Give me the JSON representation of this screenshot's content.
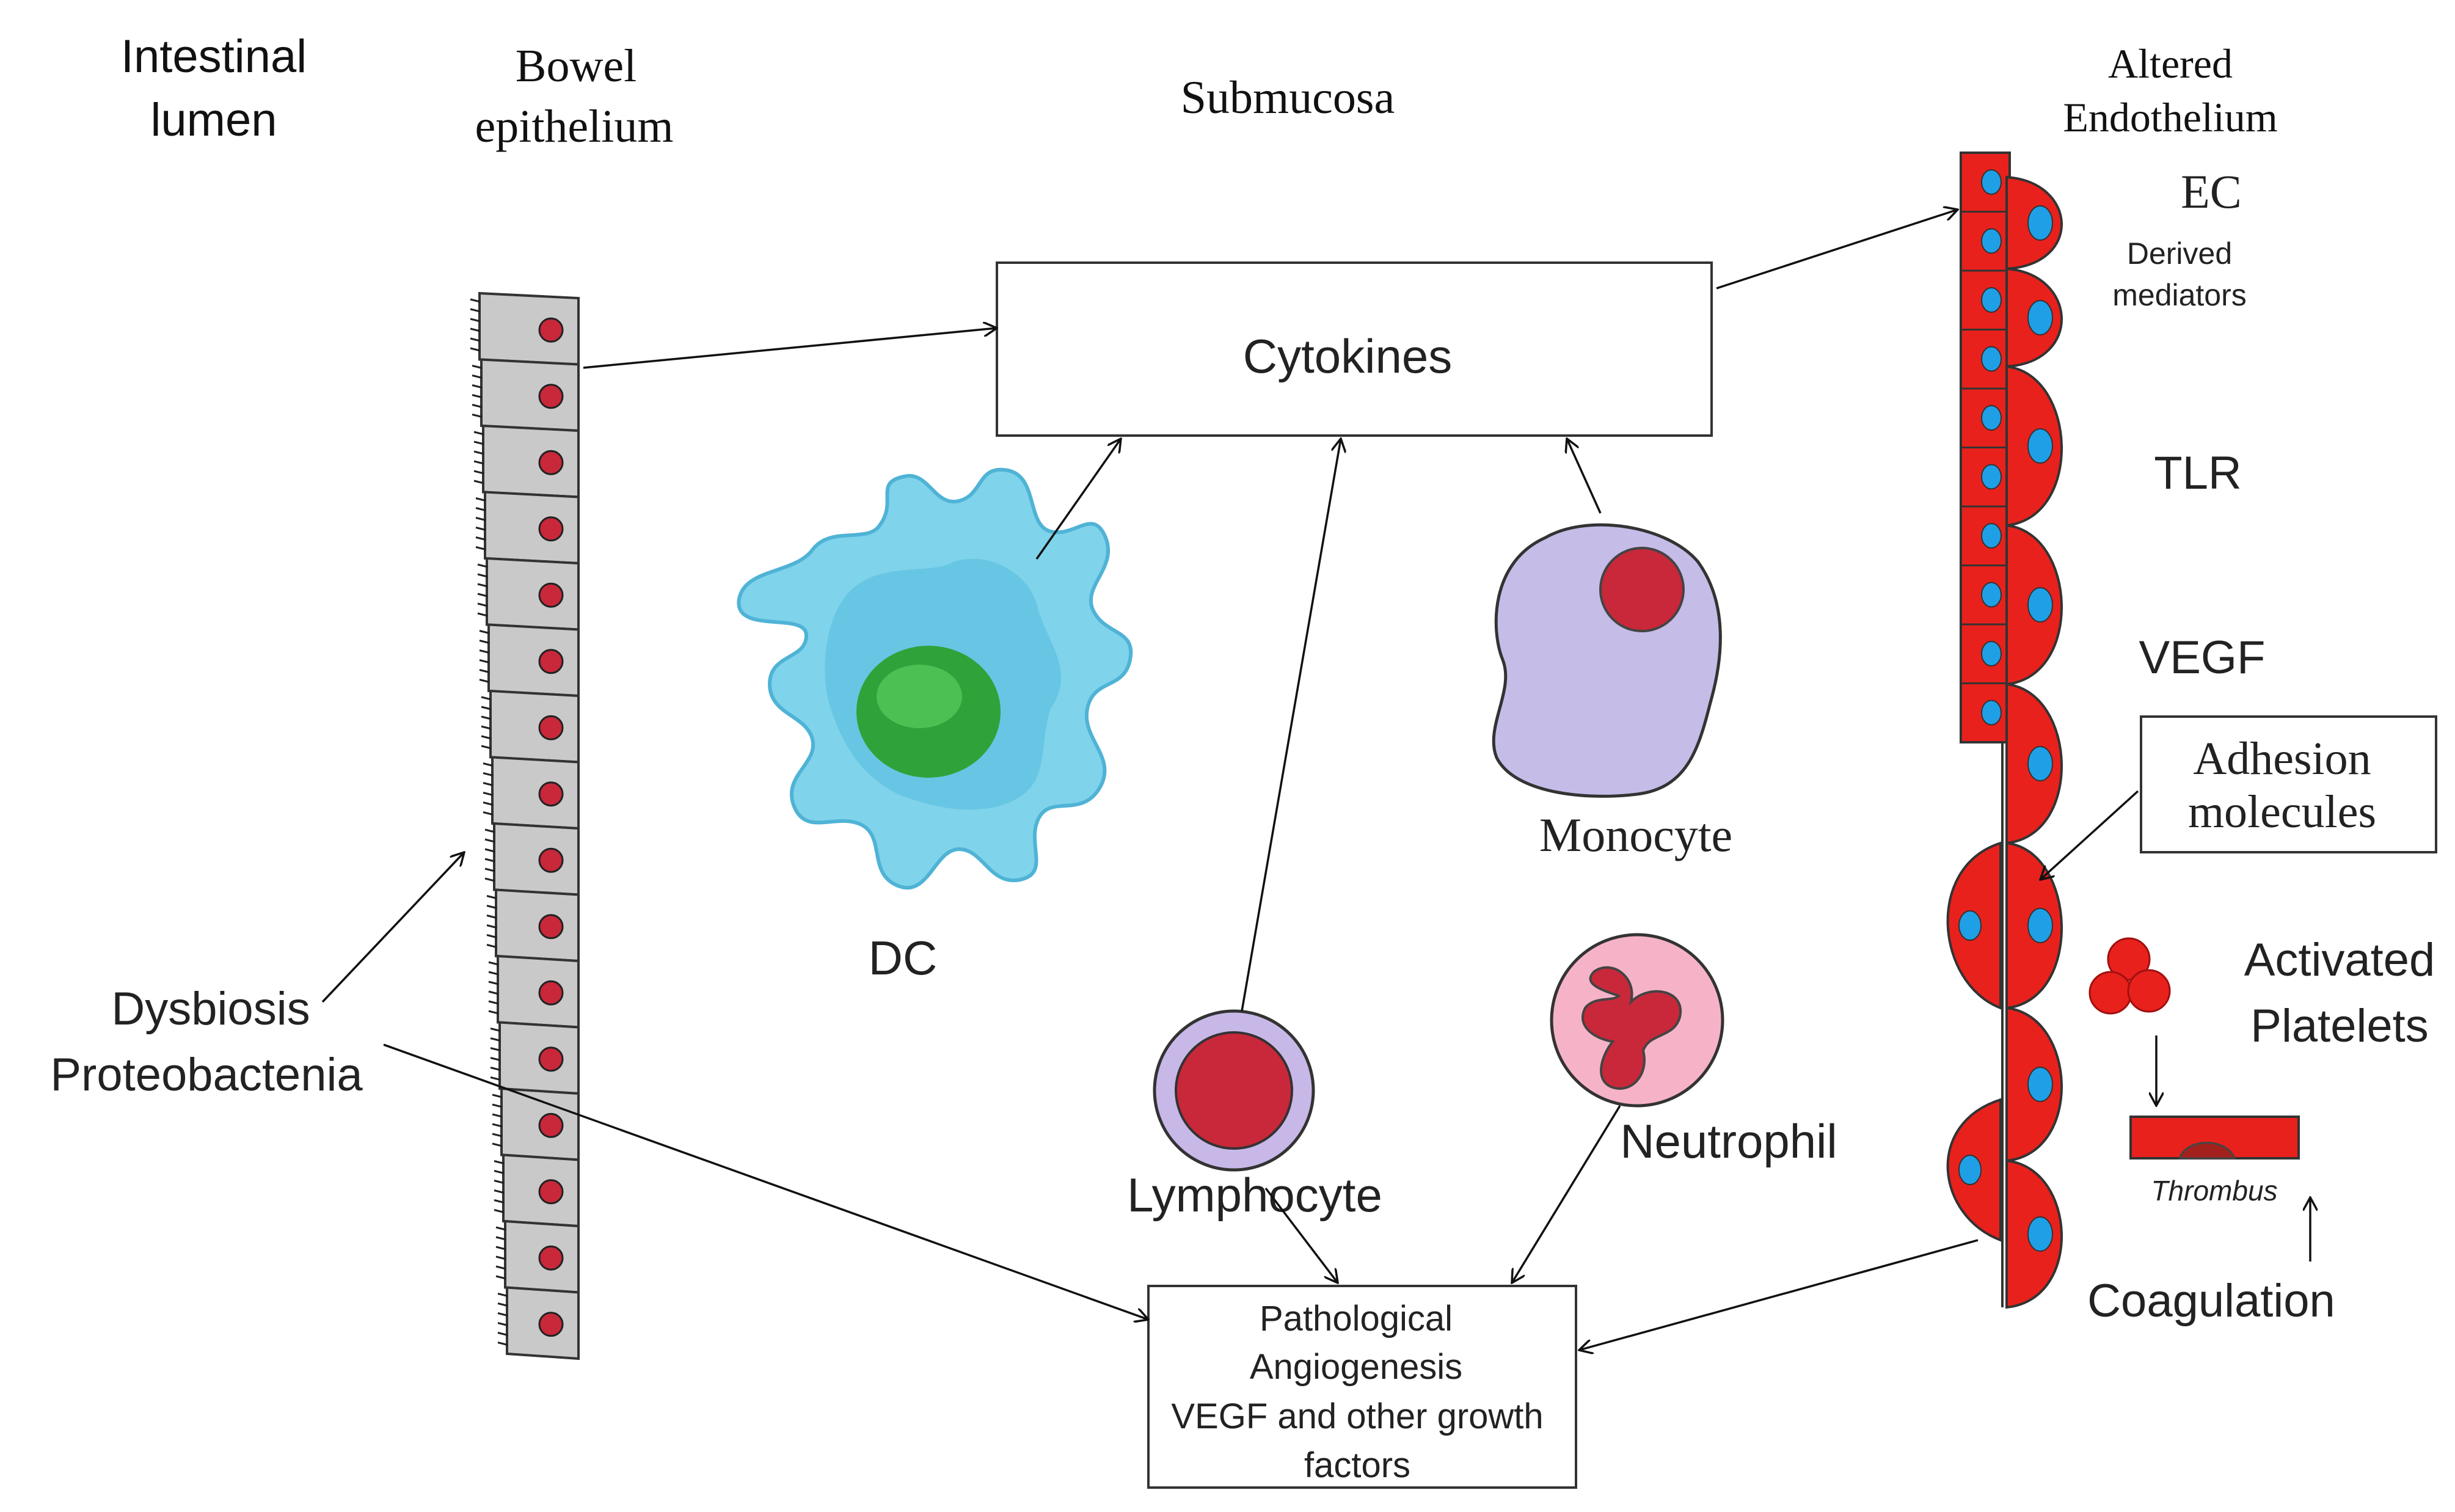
{
  "headers": {
    "lumen": [
      "Intestinal",
      "lumen"
    ],
    "epithelium": [
      "Bowel",
      "epithelium"
    ],
    "submucosa": "Submucosa",
    "endothelium": [
      "Altered",
      "Endothelium"
    ]
  },
  "cytokines": "Cytokines",
  "cells": {
    "dc": "DC",
    "monocyte": "Monocyte",
    "lymphocyte": "Lymphocyte",
    "neutrophil": "Neutrophil"
  },
  "dysbiosis": [
    "Dysbiosis",
    "Proteobactenia"
  ],
  "angiogenesis": [
    "Pathological",
    "Angiogenesis",
    "VEGF and other growth",
    "factors"
  ],
  "endothelial_labels": {
    "ec": "EC",
    "derived": [
      "Derived",
      "mediators"
    ],
    "tlr": "TLR",
    "vegf": "VEGF",
    "adhesion": [
      "Adhesion",
      "molecules"
    ],
    "platelets": [
      "Activated",
      "Platelets"
    ],
    "thrombus": "Thrombus",
    "coagulation": "Coagulation"
  },
  "colors": {
    "epithelium_fill": "#c9c9c9",
    "nucleus_red": "#c8283a",
    "endothelium_red": "#e8211c",
    "endothelium_nucleus": "#1fa0e6",
    "dc_body": "#7fd3ea",
    "dc_nucleus": "#2fa33a",
    "monocyte_body": "#c5bce8",
    "neutrophil_body": "#f6b3c8",
    "lymphocyte_body": "#c8b8e8"
  }
}
